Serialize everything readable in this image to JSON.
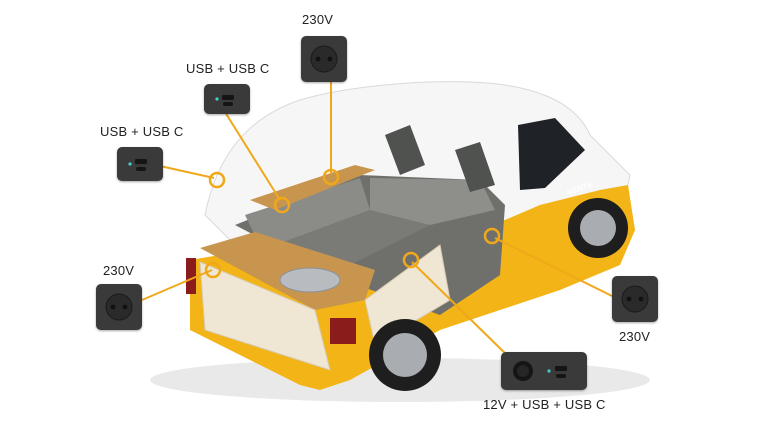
{
  "callouts": [
    {
      "id": "top-230v",
      "label": "230V",
      "type": "230v"
    },
    {
      "id": "rear-usb",
      "label": "USB + USB C",
      "type": "usb"
    },
    {
      "id": "side-usb",
      "label": "USB + USB C",
      "type": "usb"
    },
    {
      "id": "kitchen-230v",
      "label": "230V",
      "type": "230v"
    },
    {
      "id": "right-230v",
      "label": "230V",
      "type": "230v"
    },
    {
      "id": "bottom-12v",
      "label": "12V + USB + USB C",
      "type": "12v-usb"
    }
  ],
  "van": {
    "brand_text": "VENTE",
    "body_color": "#f2b417",
    "roof_color": "#f6f6f6",
    "wood_color": "#c8954f",
    "cabinet_color": "#efe6d3",
    "cushion_color": "#7c7d79"
  },
  "leader_color": "#f0a81a",
  "outlet_color": "#3a3a3a"
}
